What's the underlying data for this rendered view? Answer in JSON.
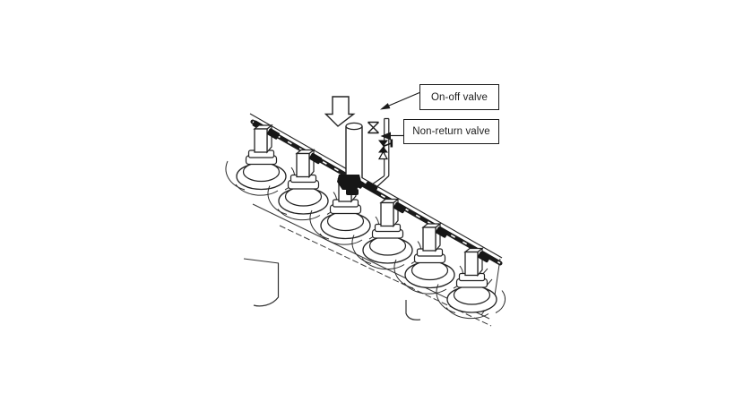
{
  "diagram": {
    "background_color": "#ffffff",
    "line_color": "#1f1f1f",
    "label_border_color": "#1a1a1a",
    "label_background": "#ffffff",
    "labels": {
      "on_off": {
        "text": "On-off valve"
      },
      "non_return": {
        "text": "Non-return valve"
      }
    },
    "illustration": {
      "unit_count": 6,
      "parts": [
        {
          "name": "cylinder-head-block"
        },
        {
          "name": "injector-units"
        },
        {
          "name": "fuel-rail-pipe"
        },
        {
          "name": "supply-cylinder"
        },
        {
          "name": "flow-arrow"
        },
        {
          "name": "connecting-pipe"
        },
        {
          "name": "on-off-valve-symbol"
        },
        {
          "name": "non-return-valve-symbol"
        }
      ]
    }
  }
}
